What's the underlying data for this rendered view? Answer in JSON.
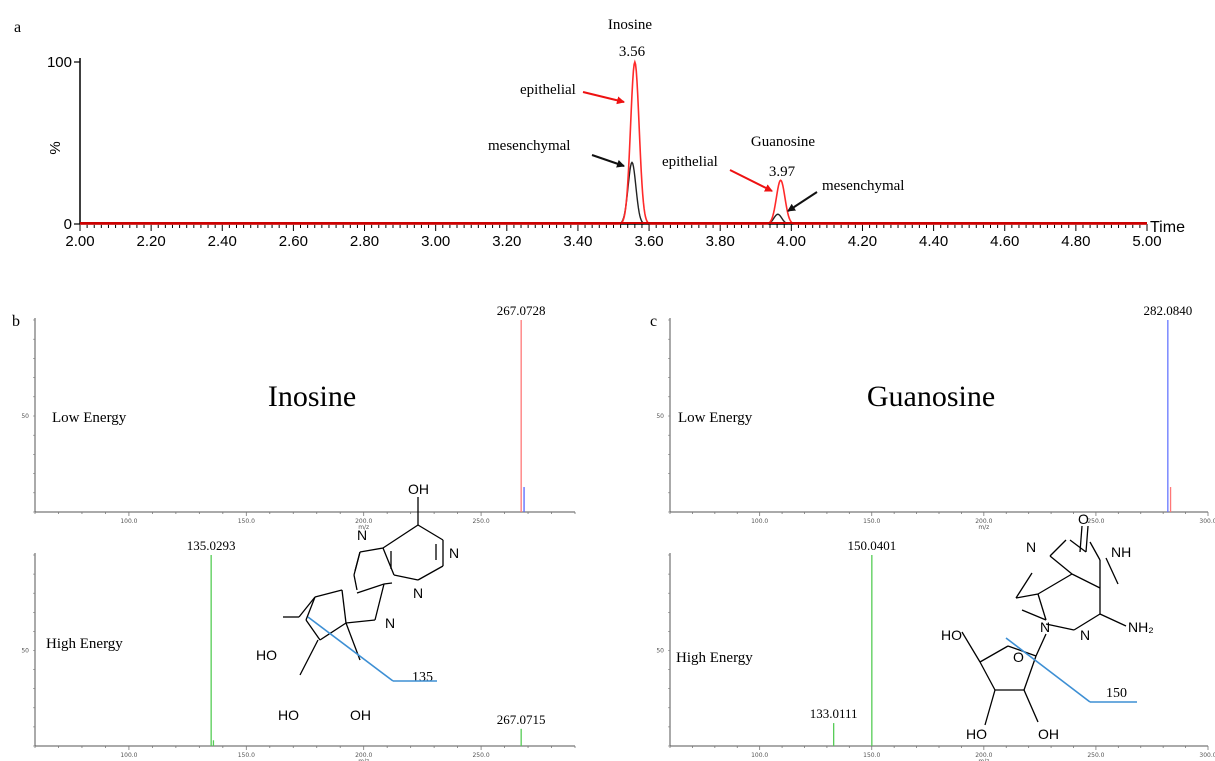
{
  "panel_labels": {
    "a": "a",
    "b": "b",
    "c": "c"
  },
  "chart_data": [
    {
      "type": "line",
      "panel": "a",
      "xlabel": "Time",
      "ylabel": "%",
      "xlim": [
        2.0,
        5.0
      ],
      "ylim": [
        0,
        100
      ],
      "x_ticks": [
        "2.00",
        "2.20",
        "2.40",
        "2.60",
        "2.80",
        "3.00",
        "3.20",
        "3.40",
        "3.60",
        "3.80",
        "4.00",
        "4.20",
        "4.40",
        "4.60",
        "4.80",
        "5.00"
      ],
      "y_ticks": [
        "0",
        "100"
      ],
      "peaks": [
        {
          "compound": "Inosine",
          "rt": 3.56,
          "rt_label": "3.56",
          "epithelial": 100,
          "mesenchymal": 38
        },
        {
          "compound": "Guanosine",
          "rt": 3.97,
          "rt_label": "3.97",
          "epithelial": 27,
          "mesenchymal": 6
        }
      ],
      "series_labels": {
        "epithelial": "epithelial",
        "mesenchymal": "mesenchymal"
      },
      "colors": {
        "epithelial": "#ff2a2a",
        "mesenchymal": "#222222",
        "arrow_epithelial": "#ee1111",
        "arrow_mesenchymal": "#111111",
        "axis": "#000000",
        "baseline": "#cc0000"
      }
    },
    {
      "type": "bar",
      "panel": "b",
      "compound": "Inosine",
      "xlim": [
        60,
        290
      ],
      "x_ticks": [
        "100.0",
        "150.0",
        "200.0",
        "250.0"
      ],
      "xlabel": "m/z",
      "low_energy": {
        "label": "Low Energy",
        "ytick": "50",
        "peaks": [
          {
            "mz": 267.0728,
            "label": "267.0728",
            "intensity": 100,
            "color": "#ff7777"
          },
          {
            "mz": 268.3,
            "intensity": 13,
            "color": "#5566ff"
          }
        ]
      },
      "high_energy": {
        "label": "High Energy",
        "ytick": "50",
        "peaks": [
          {
            "mz": 135.0293,
            "label": "135.0293",
            "intensity": 100,
            "color": "#55cc55"
          },
          {
            "mz": 136.0,
            "intensity": 3,
            "color": "#55cc55"
          },
          {
            "mz": 267.0715,
            "label": "267.0715",
            "intensity": 9,
            "color": "#55cc55"
          }
        ]
      },
      "fragment_label": "135",
      "structure": {
        "OH": "OH",
        "HO": "HO",
        "N": "N"
      }
    },
    {
      "type": "bar",
      "panel": "c",
      "compound": "Guanosine",
      "xlim": [
        60,
        300
      ],
      "x_ticks": [
        "100.0",
        "150.0",
        "200.0",
        "250.0",
        "300.0"
      ],
      "xlabel": "m/z",
      "low_energy": {
        "label": "Low Energy",
        "ytick": "50",
        "peaks": [
          {
            "mz": 282.084,
            "label": "282.0840",
            "intensity": 100,
            "color": "#6677ff"
          },
          {
            "mz": 283.3,
            "intensity": 13,
            "color": "#ff7777"
          }
        ]
      },
      "high_energy": {
        "label": "High Energy",
        "ytick": "50",
        "peaks": [
          {
            "mz": 133.0111,
            "label": "133.0111",
            "intensity": 12,
            "color": "#55cc55"
          },
          {
            "mz": 150.0401,
            "label": "150.0401",
            "intensity": 100,
            "color": "#55cc55"
          }
        ]
      },
      "fragment_label": "150",
      "structure": {
        "O": "O",
        "HO": "HO",
        "OH": "OH",
        "N": "N",
        "NH": "NH",
        "NH2": "NH₂"
      }
    }
  ]
}
